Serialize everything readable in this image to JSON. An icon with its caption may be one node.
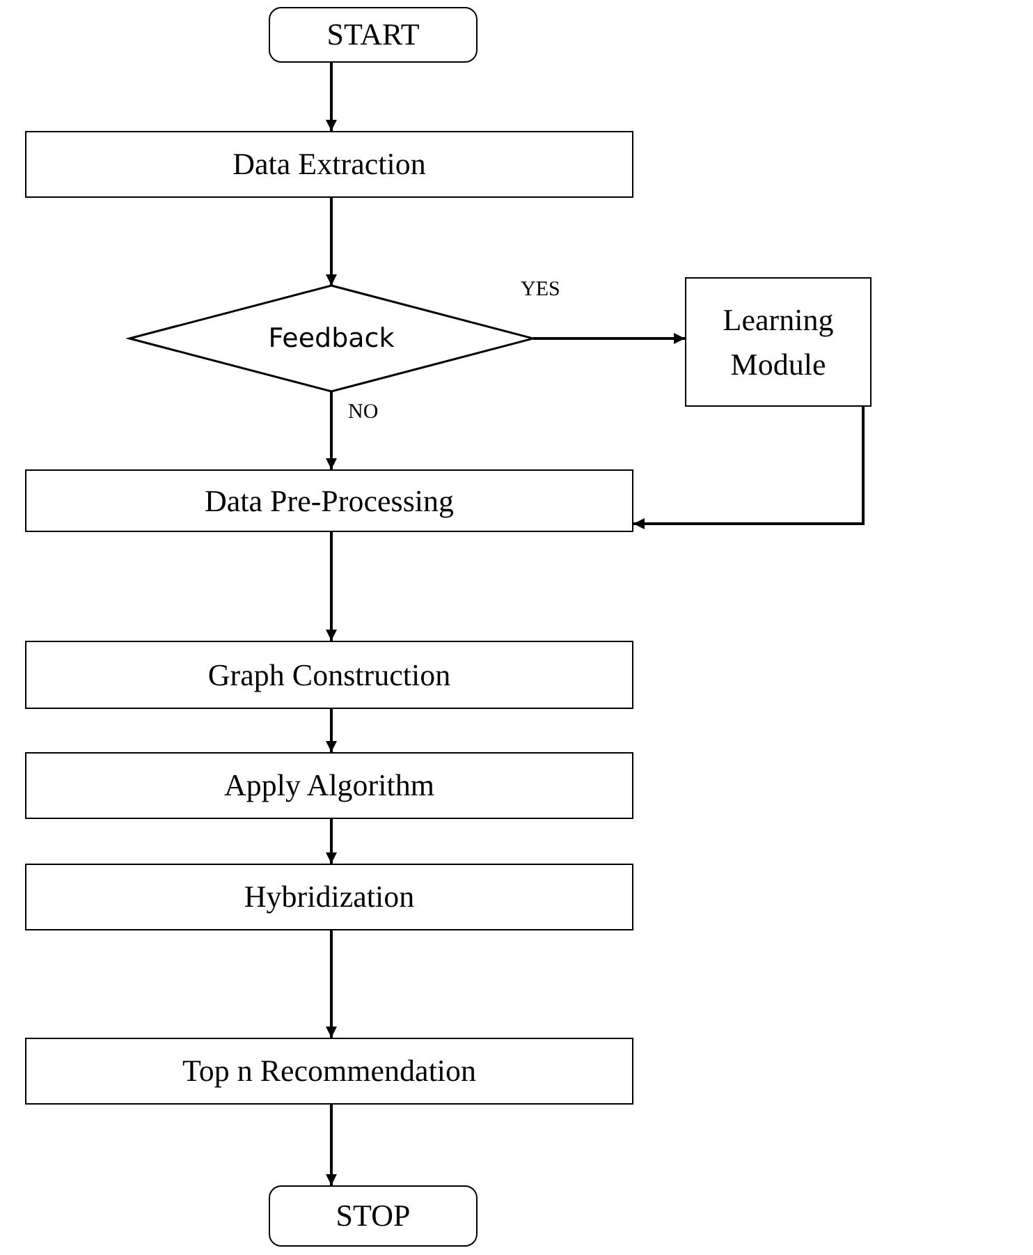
{
  "diagram": {
    "nodes": [
      {
        "text": [
          "START"
        ]
      },
      {
        "text": [
          "Data Extraction"
        ]
      },
      {
        "text": [
          "Feedback"
        ]
      },
      {
        "text": [
          "Learning Module"
        ]
      },
      {
        "text": [
          "Data Pre-Processing"
        ]
      },
      {
        "text": [
          "Graph Construction"
        ]
      },
      {
        "text": [
          "Apply Algorithm"
        ]
      },
      {
        "text": [
          "Hybridization"
        ]
      },
      {
        "text": [
          "Top n Recommendation"
        ]
      },
      {
        "text": [
          "STOP"
        ]
      }
    ],
    "edges": [
      {
        "from": 0,
        "to": 1,
        "arrow": "to"
      },
      {
        "from": 1,
        "to": 2,
        "arrow": "to"
      },
      {
        "from": 2,
        "to": 3,
        "arrow": "to",
        "label": "YES"
      },
      {
        "from": 2,
        "to": 4,
        "arrow": "to",
        "label": "NO"
      },
      {
        "from": 3,
        "to": 4,
        "arrow": "to"
      },
      {
        "from": 4,
        "to": 5,
        "arrow": "to"
      },
      {
        "from": 5,
        "to": 6,
        "arrow": "to"
      },
      {
        "from": 6,
        "to": 7,
        "arrow": "to"
      },
      {
        "from": 7,
        "to": 8,
        "arrow": "to"
      },
      {
        "from": 8,
        "to": 9,
        "arrow": "to"
      }
    ]
  }
}
